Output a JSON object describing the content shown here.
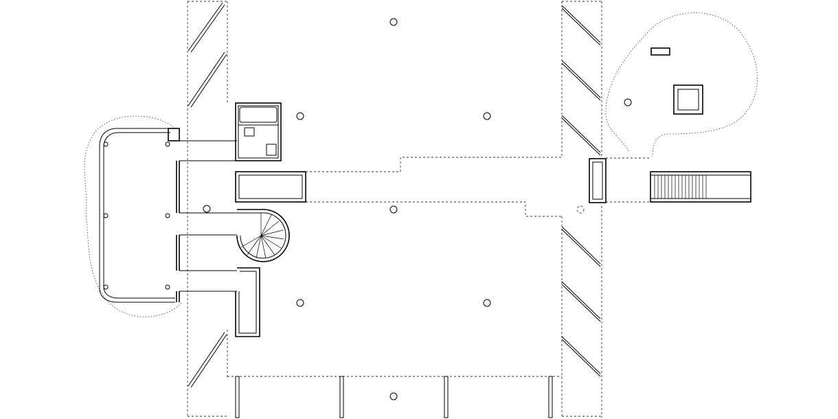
{
  "drawing": {
    "kind": "architectural floor plan",
    "text_labels": [],
    "line_color": "#000000",
    "background": "#ffffff"
  },
  "elements": {
    "columns_main": 9,
    "columns_terrace": 3,
    "ramp_fins": 6,
    "facade_blades_bottom": 4,
    "spiral_stair": 1,
    "straight_stair": 1,
    "bathroom_pod": 1
  }
}
